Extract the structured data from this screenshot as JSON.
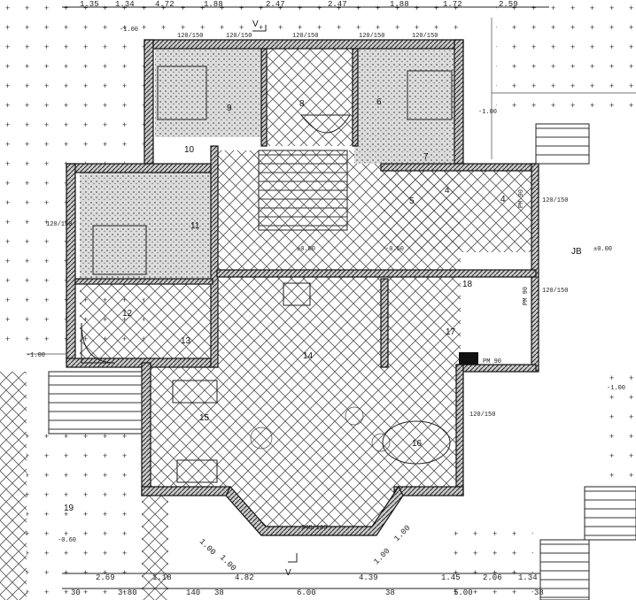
{
  "drawing": {
    "top_dimensions": [
      "1.35",
      "1.34",
      "4.72",
      "1.88",
      "2.47",
      "2.47",
      "1.88",
      "1.72",
      "2.59"
    ],
    "bottom_dimensions_row1": [
      "2.69",
      "1.18",
      "4.82",
      "4.39",
      "1.45",
      "2.06",
      "1.34"
    ],
    "bottom_dimensions_row2": [
      "30",
      "3.80",
      "140",
      "38",
      "6.00",
      "38",
      "5.00",
      "38"
    ],
    "diagonal_dimensions": [
      "1.00",
      "1.00",
      "1.00",
      "1.00"
    ],
    "levels": [
      "-1.00",
      "-1.00",
      "-1.00",
      "-1.00",
      "-0.60",
      "±0.00",
      "-0.50",
      "±0.00"
    ],
    "window_labels": [
      "120/150",
      "120/150",
      "120/150",
      "120/150",
      "120/150",
      "120/150",
      "120/150",
      "120/150",
      "120/150",
      "240/180",
      "PM 90",
      "PM 90",
      "PM 90"
    ],
    "section_marker": "V",
    "section_marker_b": "JB",
    "rooms": [
      "9",
      "8",
      "6",
      "10",
      "7",
      "4",
      "5",
      "4",
      "11",
      "12",
      "13",
      "14",
      "15",
      "16",
      "17",
      "18",
      "19"
    ]
  }
}
